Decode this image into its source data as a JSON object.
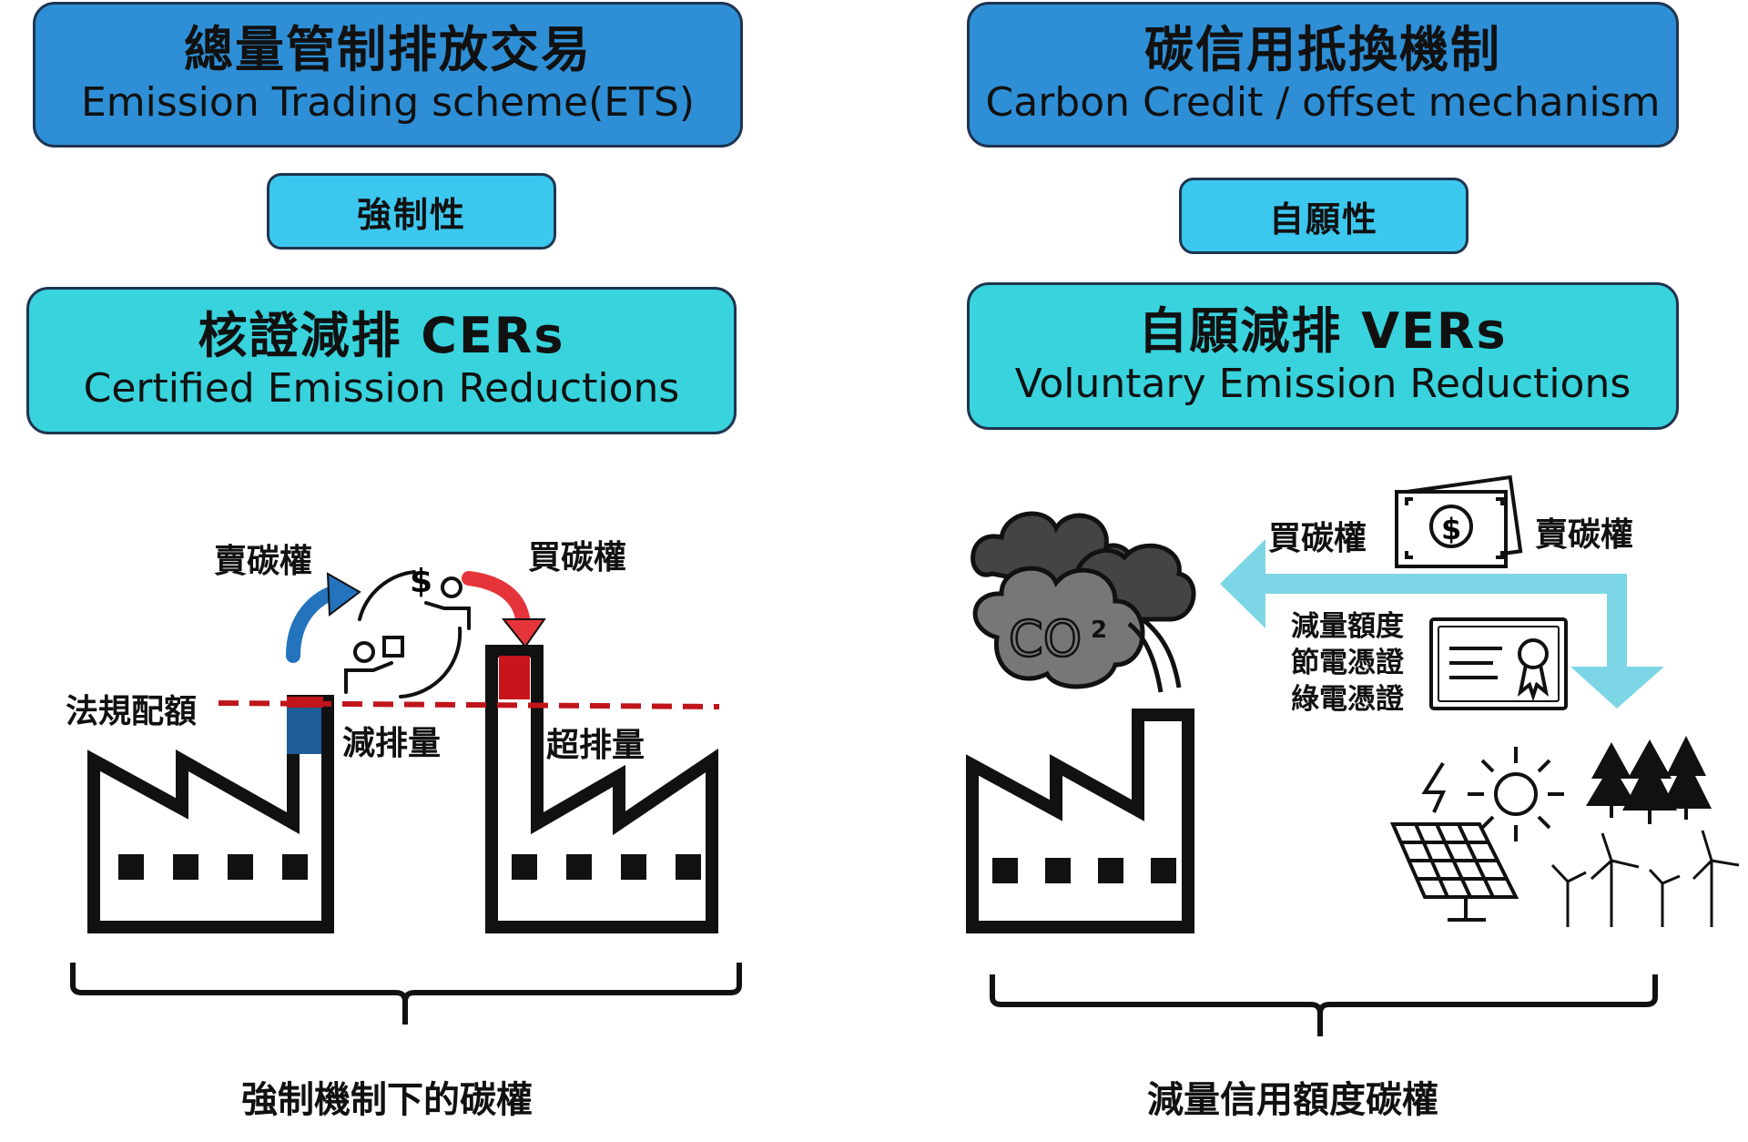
{
  "left": {
    "header": {
      "zh": "總量管制排放交易",
      "en": "Emission Trading scheme(ETS)"
    },
    "tag": "強制性",
    "credit": {
      "zh": "核證減排 CERs",
      "en": "Certified Emission Reductions"
    },
    "labels": {
      "sell": "賣碳權",
      "buy": "買碳權",
      "quota": "法規配額",
      "reduction": "減排量",
      "excess": "超排量",
      "dollar": "$"
    },
    "caption": "強制機制下的碳權"
  },
  "right": {
    "header": {
      "zh": "碳信用抵換機制",
      "en": "Carbon Credit / offset mechanism"
    },
    "tag": "自願性",
    "credit": {
      "zh": "自願減排 VERs",
      "en": "Voluntary Emission Reductions"
    },
    "labels": {
      "buy": "買碳權",
      "sell": "賣碳權",
      "certs": [
        "減量額度",
        "節電憑證",
        "綠電憑證"
      ],
      "co2": "CO",
      "co2_sub": "2",
      "dollar": "$"
    },
    "caption": "減量信用額度碳權"
  },
  "colors": {
    "header_blue": "#2e8fd6",
    "tag_sky": "#3cc7ef",
    "credit_teal": "#38d3dd",
    "quota_line": "#c0151b",
    "reduction_block": "#1e5b99",
    "excess_block": "#c8141b",
    "arrow_blue": "#2473bd",
    "arrow_red": "#e6353a",
    "flow_arrow": "#7dd6e6"
  }
}
